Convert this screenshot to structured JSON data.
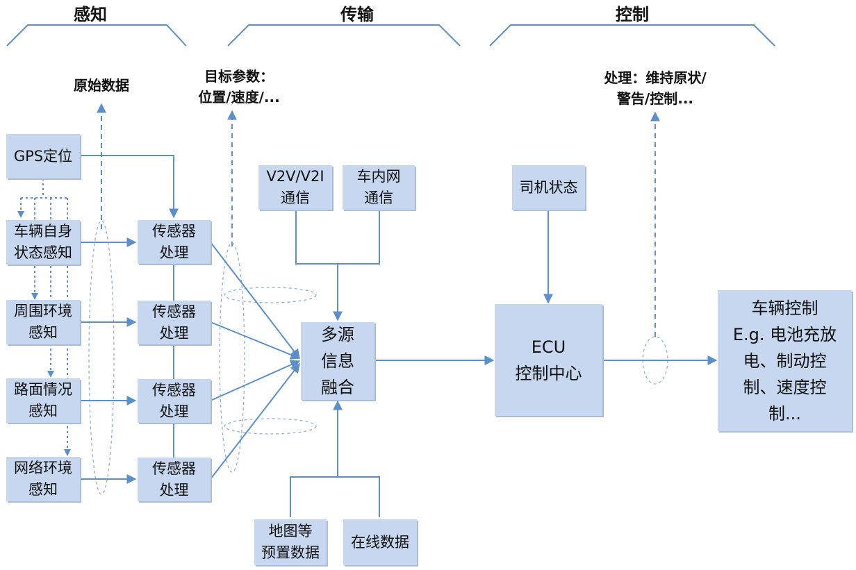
{
  "sections": {
    "perception": "感知",
    "transmission": "传输",
    "control": "控制"
  },
  "annotations": {
    "raw_data": "原始数据",
    "target_params": "目标参数：\n位置/速度/...",
    "processing": "处理：维持原状/\n警告/控制..."
  },
  "boxes": {
    "gps": "GPS定位",
    "vehicle_state": "车辆自身\n状态感知",
    "surroundings": "周围环境\n感知",
    "road": "路面情况\n感知",
    "network": "网络环境\n感知",
    "sensor_processing": "传感器\n处理",
    "v2v": "V2V/V2I\n通信",
    "in_vehicle_net": "车内网\n通信",
    "fusion": "多源\n信息\n融合",
    "map_data": "地图等\n预置数据",
    "online_data": "在线数据",
    "driver_state": "司机状态",
    "ecu": "ECU\n控制中心",
    "vehicle_control": "车辆控制\nE.g. 电池充放\n电、制动控\n制、速度控\n制..."
  },
  "colors": {
    "line": "#5b8fcc",
    "box": "#c6d7ef",
    "ellipse": "#8fb0d8"
  }
}
